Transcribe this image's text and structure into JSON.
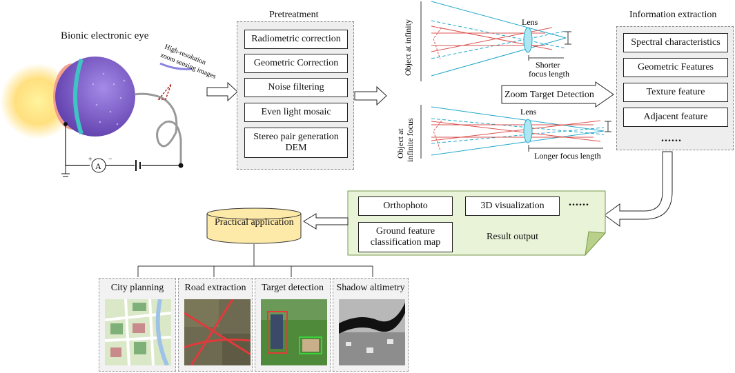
{
  "eye": {
    "title": "Bionic electronic eye",
    "zoom_label": [
      "High-resolution",
      "zoom sensing images"
    ],
    "ammeter": "A",
    "plus": "+",
    "minus": "−"
  },
  "pretreatment": {
    "title": "Pretreatment",
    "steps": [
      "Radiometric correction",
      "Geometric Correction",
      "Noise filtering",
      "Even light mosaic",
      "Stereo pair generation",
      "DEM"
    ]
  },
  "optics": {
    "top_side": "Object at infinity",
    "bottom_side": [
      "Object at",
      "infinite focus"
    ],
    "lens": "Lens",
    "short_focus": [
      "Shorter",
      "focus length"
    ],
    "long_focus": "Longer focus length",
    "zoom_detection": "Zoom Target Detection"
  },
  "extraction": {
    "title": "Information extraction",
    "items": [
      "Spectral characteristics",
      "Geometric Features",
      "Texture feature",
      "Adjacent feature"
    ],
    "more": "......"
  },
  "result": {
    "label": "Result output",
    "items": [
      "Orthophoto",
      "3D visualization",
      "Ground feature",
      "classification map"
    ],
    "more": "......"
  },
  "practical": {
    "label": "Practical application",
    "apps": [
      "City planning",
      "Road extraction",
      "Target detection",
      "Shadow altimetry"
    ]
  },
  "colors": {
    "blue_ray": "#1fa7c9",
    "red_ray": "#d9534f",
    "eye_purple": "#7d5cc9",
    "eye_pink": "#f08a80",
    "cylinder": "#fde9a8",
    "result_bg": "#e8f3d8",
    "result_border": "#7a9a4a"
  }
}
